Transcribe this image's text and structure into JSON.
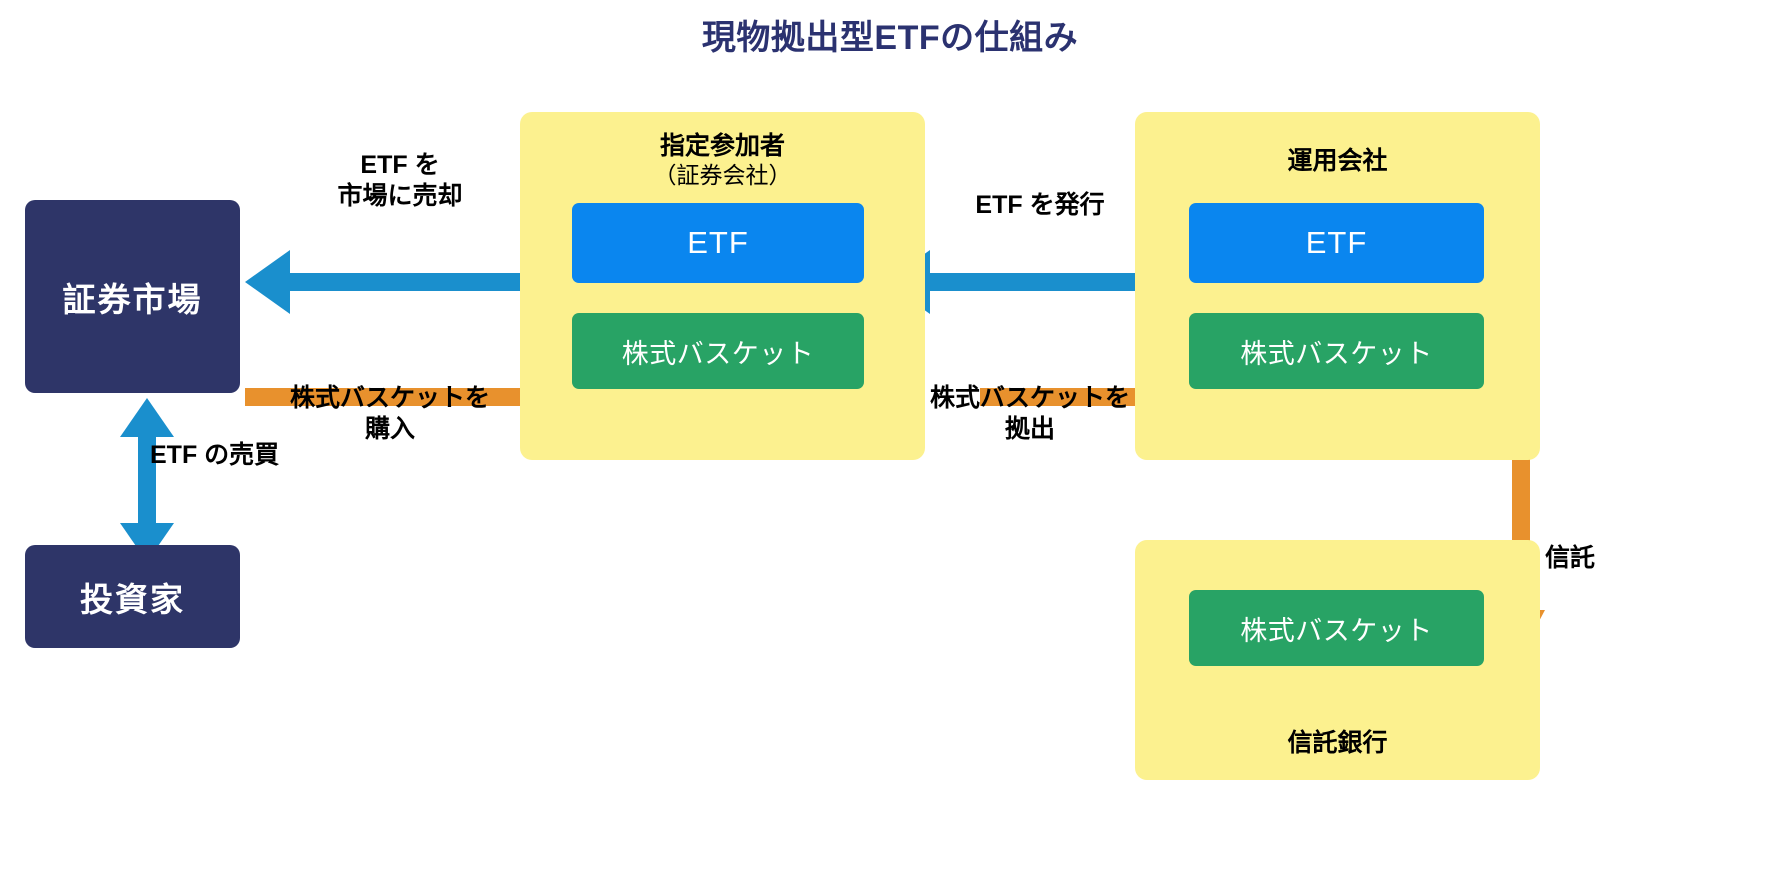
{
  "title": "現物拠出型ETFの仕組み",
  "colors": {
    "title": "#2b3270",
    "navy": "#2e3568",
    "panel_yellow": "#fcf18f",
    "blue": "#0a86ef",
    "green": "#28a365",
    "arrow_blue": "#1a8fcd",
    "arrow_orange": "#e8912d",
    "background": "#ffffff"
  },
  "entities": {
    "securities_market": "証券市場",
    "investor": "投資家"
  },
  "panels": {
    "designated_participant": {
      "title": "指定参加者",
      "subtitle": "（証券会社）",
      "etf_box": "ETF",
      "basket_box": "株式バスケット"
    },
    "asset_manager": {
      "title": "運用会社",
      "etf_box": "ETF",
      "basket_box": "株式バスケット"
    },
    "trust_bank": {
      "basket_box": "株式バスケット",
      "title": "信託銀行"
    }
  },
  "flows": {
    "etf_trade": "ETF の売買",
    "sell_etf_to_market": "ETF を\n市場に売却",
    "buy_stock_basket": "株式バスケットを\n購入",
    "issue_etf": "ETF を発行",
    "contribute_stock_basket": "株式バスケットを\n拠出",
    "trust": "信託"
  }
}
